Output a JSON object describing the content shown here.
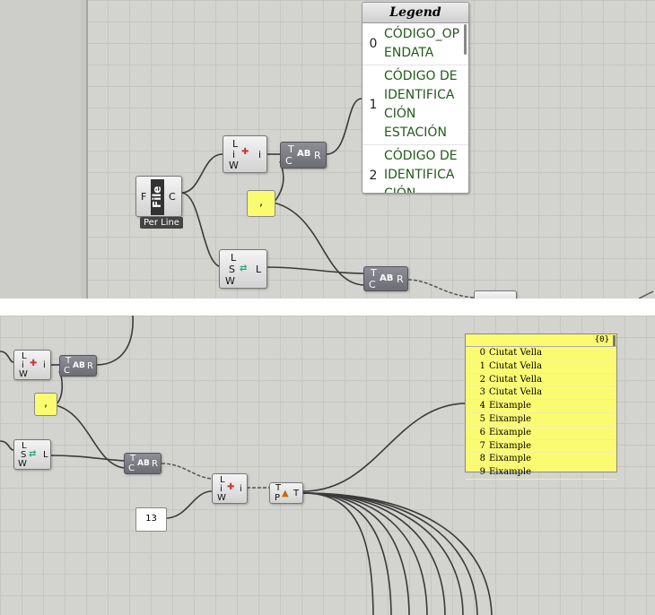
{
  "file_component": {
    "input": "F",
    "label": "File",
    "output": "C",
    "option": "Per Line"
  },
  "list_item": {
    "inputs": [
      "L",
      "i",
      "W"
    ],
    "output": "i"
  },
  "replace_text": {
    "inputs": [
      "T",
      "C"
    ],
    "output": "R"
  },
  "split_list": {
    "inputs": [
      "L",
      "S",
      "W"
    ],
    "output": "L"
  },
  "separator_value": ",",
  "number_value": "13",
  "tree_component": {
    "inputs": [
      "T",
      "P"
    ],
    "output": "T"
  },
  "legend": {
    "title": "Legend",
    "items": [
      {
        "index": "0",
        "lines": [
          "CÓDIGO_OP",
          "ENDATA"
        ]
      },
      {
        "index": "1",
        "lines": [
          "CÓDIGO DE",
          "IDENTIFICA",
          "CIÓN",
          "ESTACIÓN"
        ]
      },
      {
        "index": "2",
        "lines": [
          "CÓDIGO DE",
          "IDENTIFICA",
          "CIÓN"
        ]
      }
    ]
  },
  "data_panel": {
    "header": "{0}",
    "rows": [
      {
        "index": "0",
        "value": "Ciutat Vella"
      },
      {
        "index": "1",
        "value": "Ciutat Vella"
      },
      {
        "index": "2",
        "value": "Ciutat Vella"
      },
      {
        "index": "3",
        "value": "Ciutat Vella"
      },
      {
        "index": "4",
        "value": "Eixample"
      },
      {
        "index": "5",
        "value": "Eixample"
      },
      {
        "index": "6",
        "value": "Eixample"
      },
      {
        "index": "7",
        "value": "Eixample"
      },
      {
        "index": "8",
        "value": "Eixample"
      },
      {
        "index": "9",
        "value": "Eixample"
      }
    ]
  },
  "colors": {
    "canvas": "#d3d3d0",
    "panel_yellow": "#fbfb72",
    "legend_text": "#235a1b"
  }
}
